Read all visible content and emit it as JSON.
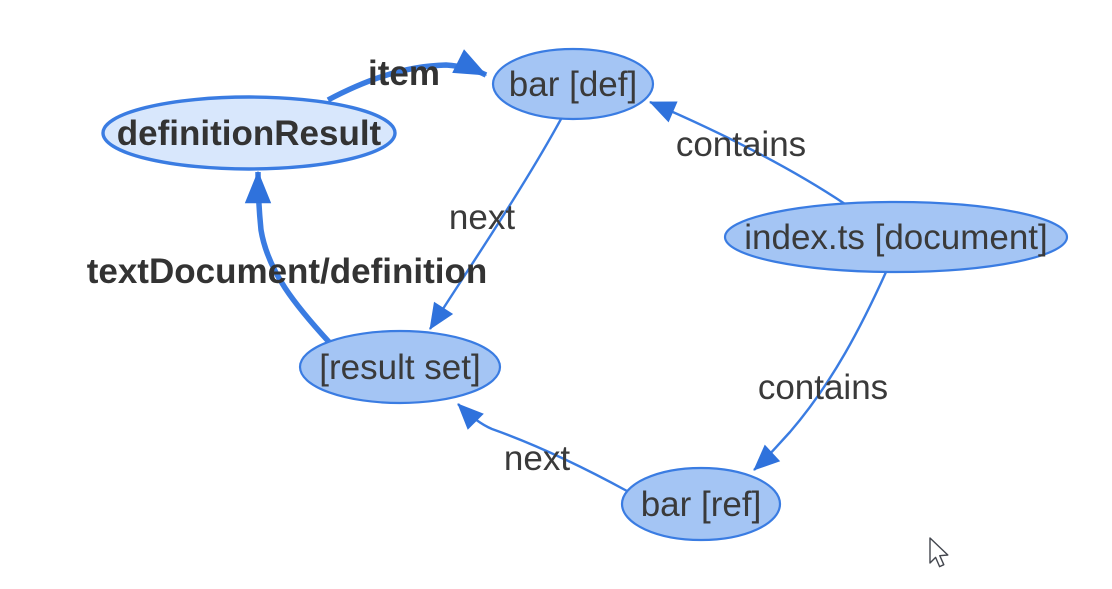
{
  "colors": {
    "background": "#ffffff",
    "node_fill": "#a4c5f4",
    "node_fill_light": "#d8e7fc",
    "node_stroke": "#3a7ce2",
    "edge_stroke": "#3a7ce2",
    "arrow_fill": "#2f72dc",
    "label_text": "#3a3a3a",
    "label_text_bold": "#333333"
  },
  "graph": {
    "type": "directed-graph",
    "nodes": [
      {
        "label": "definitionResult",
        "emphasis": "bold",
        "style": "light-fill"
      },
      {
        "label": "bar [def]",
        "emphasis": "normal",
        "style": "standard-fill"
      },
      {
        "label": "index.ts [document]",
        "emphasis": "normal",
        "style": "standard-fill"
      },
      {
        "label": "[result set]",
        "emphasis": "normal",
        "style": "standard-fill"
      },
      {
        "label": "bar [ref]",
        "emphasis": "normal",
        "style": "standard-fill"
      }
    ],
    "edges": [
      {
        "label": "item",
        "from": "definitionResult",
        "to": "bar [def]",
        "emphasis": "bold",
        "weight": "thick"
      },
      {
        "label": "contains",
        "from": "index.ts [document]",
        "to": "bar [def]",
        "emphasis": "normal",
        "weight": "thin"
      },
      {
        "label": "next",
        "from": "bar [def]",
        "to": "[result set]",
        "emphasis": "normal",
        "weight": "thin"
      },
      {
        "label": "textDocument/definition",
        "from": "[result set]",
        "to": "definitionResult",
        "emphasis": "bold",
        "weight": "thick"
      },
      {
        "label": "contains",
        "from": "index.ts [document]",
        "to": "bar [ref]",
        "emphasis": "normal",
        "weight": "thin"
      },
      {
        "label": "next",
        "from": "bar [ref]",
        "to": "[result set]",
        "emphasis": "normal",
        "weight": "thin"
      }
    ]
  },
  "cursor": {
    "type": "arrow-pointer"
  }
}
